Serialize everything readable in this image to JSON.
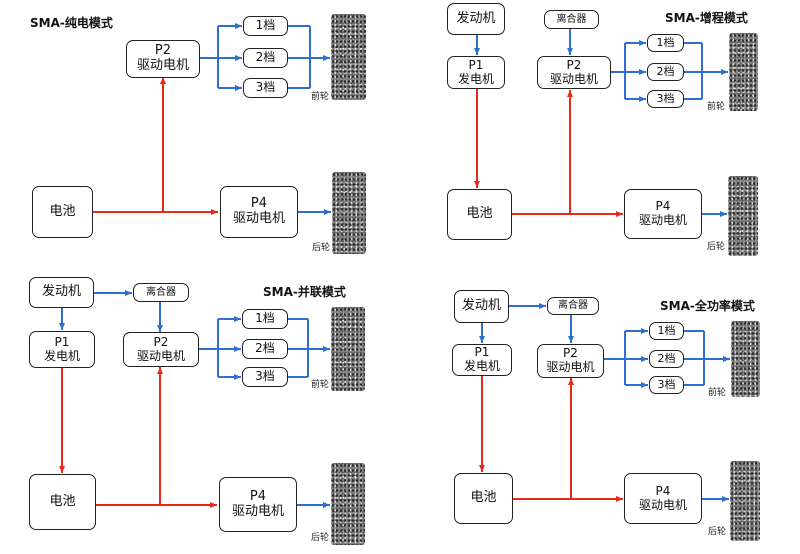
{
  "colors": {
    "electric_path": "#e8291c",
    "mechanical_path": "#2f6fd0",
    "box_border": "#222222"
  },
  "panels": [
    {
      "title": "SMA-纯电模式",
      "battery": "电池",
      "p2": "P2\n驱动电机",
      "p4": "P4\n驱动电机",
      "gears": [
        "1档",
        "2档",
        "3档"
      ],
      "front_wheel": "前轮",
      "rear_wheel": "后轮"
    },
    {
      "title": "SMA-增程模式",
      "engine": "发动机",
      "clutch": "离合器",
      "p1": "P1\n发电机",
      "p2": "P2\n驱动电机",
      "battery": "电池",
      "p4": "P4\n驱动电机",
      "gears": [
        "1档",
        "2档",
        "3档"
      ],
      "front_wheel": "前轮",
      "rear_wheel": "后轮"
    },
    {
      "title": "SMA-并联模式",
      "engine": "发动机",
      "clutch": "离合器",
      "p1": "P1\n发电机",
      "p2": "P2\n驱动电机",
      "battery": "电池",
      "p4": "P4\n驱动电机",
      "gears": [
        "1档",
        "2档",
        "3档"
      ],
      "front_wheel": "前轮",
      "rear_wheel": "后轮"
    },
    {
      "title": "SMA-全功率模式",
      "engine": "发动机",
      "clutch": "离合器",
      "p1": "P1\n发电机",
      "p2": "P2\n驱动电机",
      "battery": "电池",
      "p4": "P4\n驱动电机",
      "gears": [
        "1档",
        "2档",
        "3档"
      ],
      "front_wheel": "前轮",
      "rear_wheel": "后轮"
    }
  ]
}
